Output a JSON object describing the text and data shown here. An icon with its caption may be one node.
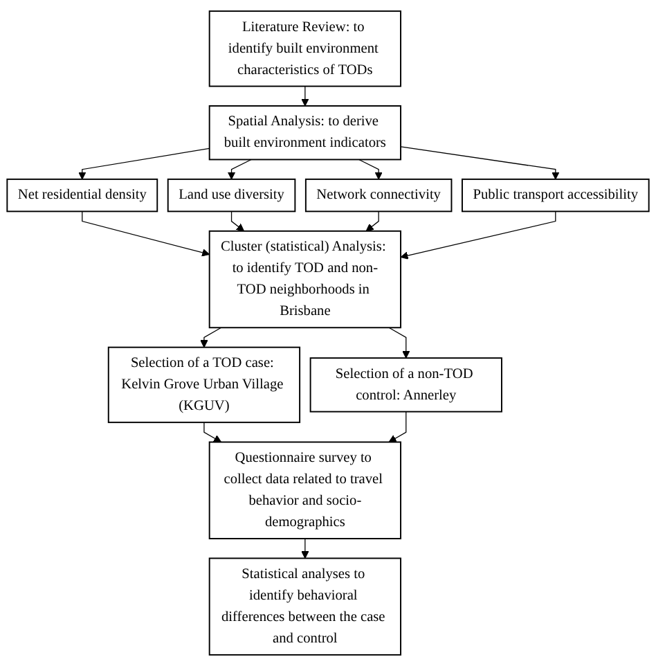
{
  "diagram": {
    "nodes": [
      {
        "text": [
          "Literature Review: to identify built environment characteristics of TODs"
        ]
      },
      {
        "text": [
          "Spatial Analysis: to derive built environment indicators"
        ]
      },
      {
        "text": [
          "Net residential density"
        ]
      },
      {
        "text": [
          "Land use diversity"
        ]
      },
      {
        "text": [
          "Network connectivity"
        ]
      },
      {
        "text": [
          "Public transport accessibility"
        ]
      },
      {
        "text": [
          "Cluster (statistical) Analysis: to identify TOD and non-TOD neighborhoods in Brisbane"
        ]
      },
      {
        "text": [
          "Selection of a TOD case: Kelvin Grove Urban Village (KGUV)"
        ]
      },
      {
        "text": [
          "Selection of a non-TOD control: Annerley"
        ]
      },
      {
        "text": [
          "Questionnaire survey to collect data related to travel behavior and socio-demographics"
        ]
      },
      {
        "text": [
          "Statistical analyses to identify behavioral differences between the case and control"
        ]
      }
    ],
    "edges": [
      {
        "from": 0,
        "to": 1,
        "arrow": "to"
      },
      {
        "from": 1,
        "to": 2,
        "arrow": "to"
      },
      {
        "from": 1,
        "to": 3,
        "arrow": "to"
      },
      {
        "from": 1,
        "to": 4,
        "arrow": "to"
      },
      {
        "from": 1,
        "to": 5,
        "arrow": "to"
      },
      {
        "from": 2,
        "to": 6,
        "arrow": "to"
      },
      {
        "from": 3,
        "to": 6,
        "arrow": "to"
      },
      {
        "from": 4,
        "to": 6,
        "arrow": "to"
      },
      {
        "from": 5,
        "to": 6,
        "arrow": "to"
      },
      {
        "from": 6,
        "to": 7,
        "arrow": "to"
      },
      {
        "from": 6,
        "to": 8,
        "arrow": "to"
      },
      {
        "from": 7,
        "to": 9,
        "arrow": "to"
      },
      {
        "from": 8,
        "to": 9,
        "arrow": "to"
      },
      {
        "from": 9,
        "to": 10,
        "arrow": "to"
      }
    ]
  }
}
